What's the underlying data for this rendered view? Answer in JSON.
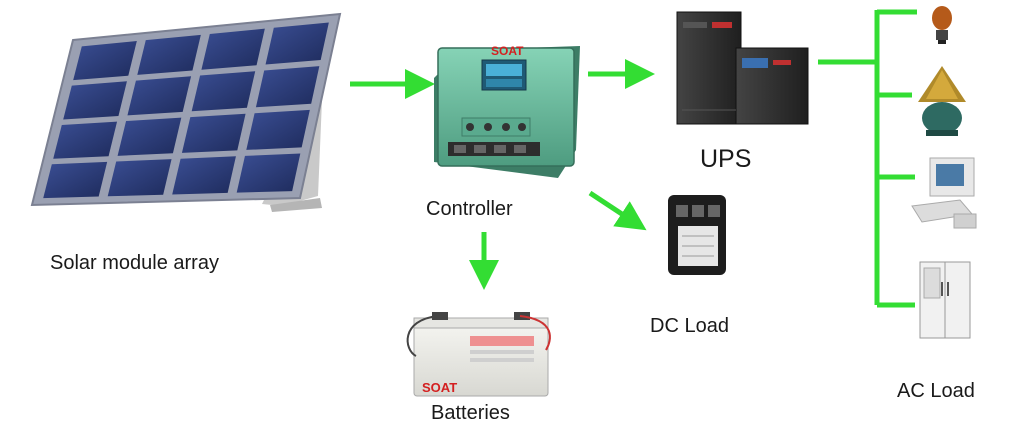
{
  "labels": {
    "solar": "Solar module array",
    "controller": "Controller",
    "ups": "UPS",
    "batteries": "Batteries",
    "dc_load": "DC Load",
    "ac_load": "AC Load"
  },
  "brand": {
    "controller_logo": "SOAT",
    "battery_logo": "SOAT"
  },
  "colors": {
    "arrow": "#33dd33",
    "panel_cell": "#2a3c78",
    "controller_body": "#6fbfa2",
    "ups_body": "#2e2e2e",
    "brand_red": "#d42020"
  },
  "icons": {
    "ac_loads": [
      "light-bulb-icon",
      "table-lamp-icon",
      "computer-icon",
      "refrigerator-icon"
    ]
  }
}
